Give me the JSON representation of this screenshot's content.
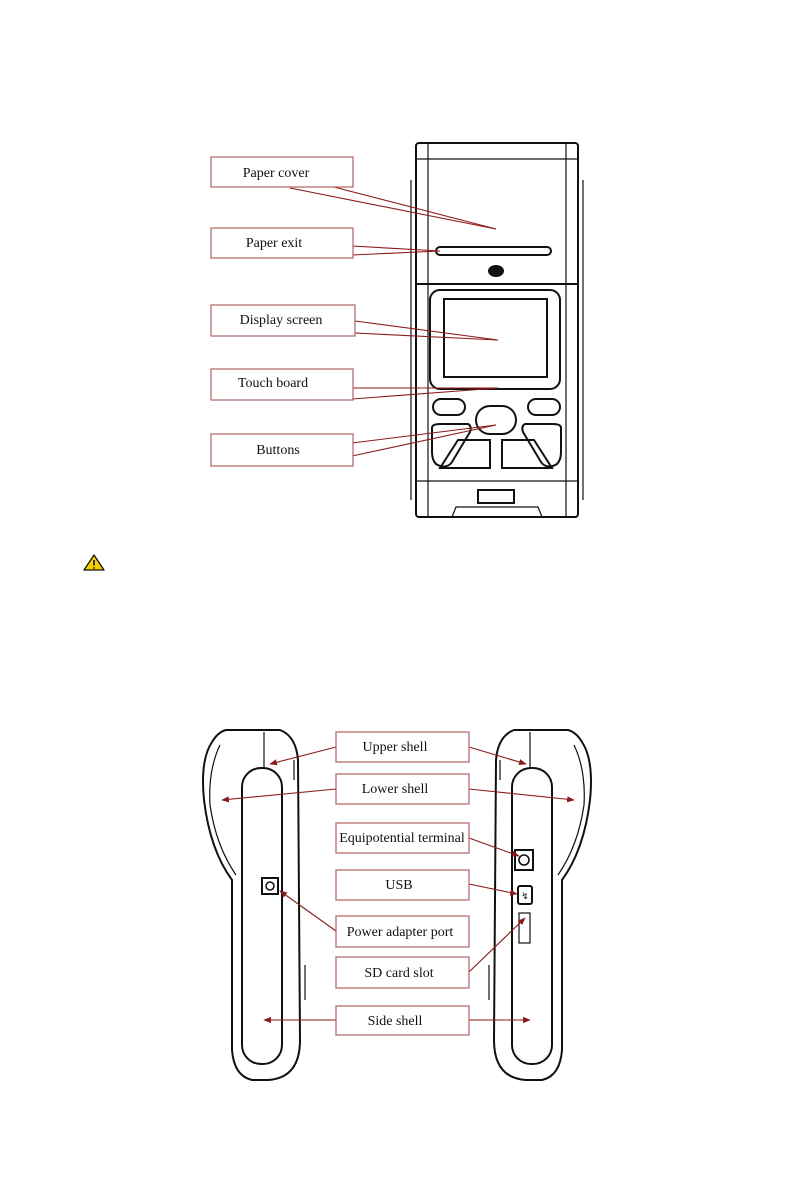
{
  "front_view": {
    "labels": {
      "paper_cover": "Paper cover",
      "paper_exit": "Paper exit",
      "display_screen": "Display screen",
      "touch_board": "Touch board",
      "buttons": "Buttons"
    }
  },
  "side_views": {
    "labels": {
      "upper_shell": "Upper shell",
      "lower_shell": "Lower shell",
      "equipotential_terminal": "Equipotential terminal",
      "usb": "USB",
      "power_adapter_port": "Power adapter port",
      "sd_card_slot": "SD card slot",
      "side_shell": "Side shell"
    }
  },
  "icons": {
    "warning": "warning-icon"
  },
  "colors": {
    "callout_border": "#b06060",
    "leader_line": "#8b1a1a",
    "warning_fill": "#f5d000"
  }
}
